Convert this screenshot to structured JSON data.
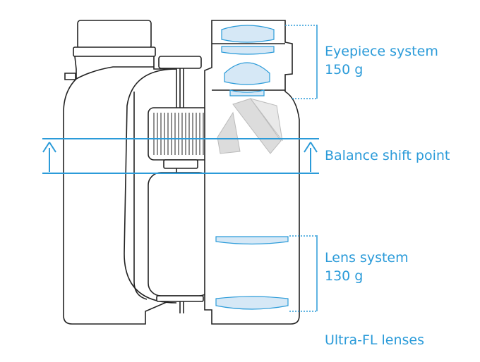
{
  "labels": {
    "eyepiece_title": "Eyepiece system",
    "eyepiece_weight": "150 g",
    "balance": "Balance shift point",
    "lens_title": "Lens system",
    "lens_weight": "130 g",
    "ultra_fl": "Ultra-FL lenses"
  },
  "colors": {
    "accent": "#2b9bd9",
    "lens_fill": "#d6e8f6",
    "outline": "#222222",
    "prism": "#dcdcdc"
  }
}
